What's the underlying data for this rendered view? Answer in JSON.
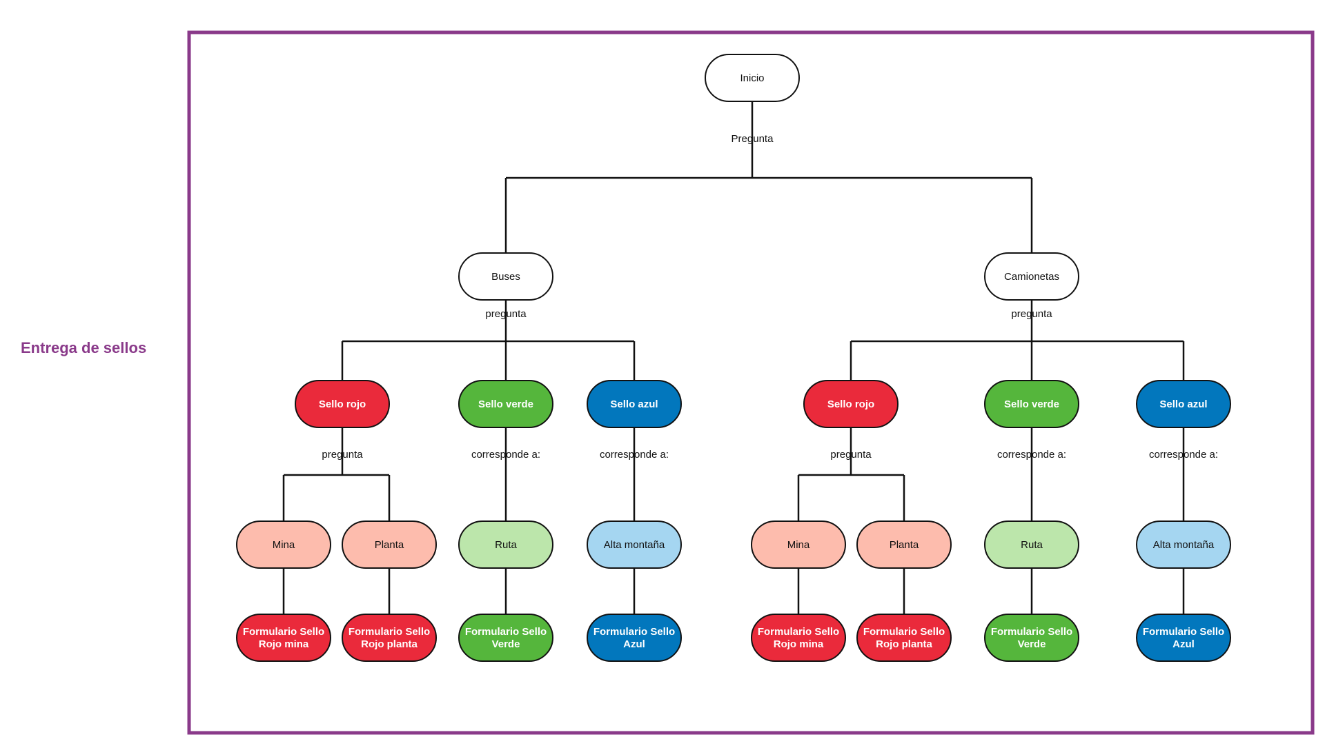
{
  "side_title": "Entrega de sellos",
  "colors": {
    "frame": "#8a3a8a",
    "white": "#ffffff",
    "red": "#ea2a3b",
    "green": "#55b63c",
    "blue": "#0277bd",
    "salmon": "#fdbcad",
    "light_green": "#bce6ab",
    "light_blue": "#a5d6f1",
    "line": "#111111"
  },
  "nodes": {
    "inicio": {
      "label": "Inicio",
      "style": "white"
    },
    "buses": {
      "label": "Buses",
      "style": "white"
    },
    "camionetas": {
      "label": "Camionetas",
      "style": "white"
    },
    "b_rojo": {
      "label": "Sello rojo",
      "style": "red"
    },
    "b_verde": {
      "label": "Sello verde",
      "style": "green"
    },
    "b_azul": {
      "label": "Sello azul",
      "style": "blue"
    },
    "c_rojo": {
      "label": "Sello rojo",
      "style": "red"
    },
    "c_verde": {
      "label": "Sello verde",
      "style": "green"
    },
    "c_azul": {
      "label": "Sello azul",
      "style": "blue"
    },
    "b_mina": {
      "label": "Mina",
      "style": "salmon"
    },
    "b_planta": {
      "label": "Planta",
      "style": "salmon"
    },
    "b_ruta": {
      "label": "Ruta",
      "style": "light_green"
    },
    "b_alta": {
      "label": "Alta montaña",
      "style": "light_blue"
    },
    "c_mina": {
      "label": "Mina",
      "style": "salmon"
    },
    "c_planta": {
      "label": "Planta",
      "style": "salmon"
    },
    "c_ruta": {
      "label": "Ruta",
      "style": "light_green"
    },
    "c_alta": {
      "label": "Alta montaña",
      "style": "light_blue"
    },
    "b_f_mina": {
      "label": "Formulario Sello\nRojo mina",
      "style": "red"
    },
    "b_f_planta": {
      "label": "Formulario Sello\nRojo planta",
      "style": "red"
    },
    "b_f_verde": {
      "label": "Formulario Sello\nVerde",
      "style": "green"
    },
    "b_f_azul": {
      "label": "Formulario Sello\nAzul",
      "style": "blue"
    },
    "c_f_mina": {
      "label": "Formulario Sello\nRojo mina",
      "style": "red"
    },
    "c_f_planta": {
      "label": "Formulario Sello\nRojo planta",
      "style": "red"
    },
    "c_f_verde": {
      "label": "Formulario Sello\nVerde",
      "style": "green"
    },
    "c_f_azul": {
      "label": "Formulario Sello\nAzul",
      "style": "blue"
    }
  },
  "edge_labels": {
    "inicio": "Pregunta",
    "buses": "pregunta",
    "camionetas": "pregunta",
    "b_rojo": "pregunta",
    "b_verde": "corresponde a:",
    "b_azul": "corresponde a:",
    "c_rojo": "pregunta",
    "c_verde": "corresponde a:",
    "c_azul": "corresponde a:"
  }
}
